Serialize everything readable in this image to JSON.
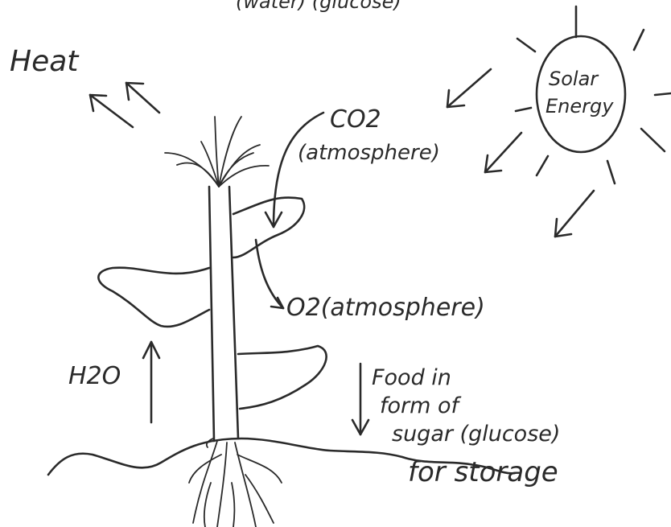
{
  "labels": {
    "top_cut": "(water) (glucose)",
    "heat": "Heat",
    "solar_line1": "Solar",
    "solar_line2": "Energy",
    "co2": "CO2",
    "co2_sub": "(atmosphere)",
    "o2": "O2(atmosphere)",
    "h2o": "H2O",
    "food_line1": "Food in",
    "food_line2": "form of",
    "food_line3": "sugar (glucose)",
    "food_line4": "for storage"
  }
}
